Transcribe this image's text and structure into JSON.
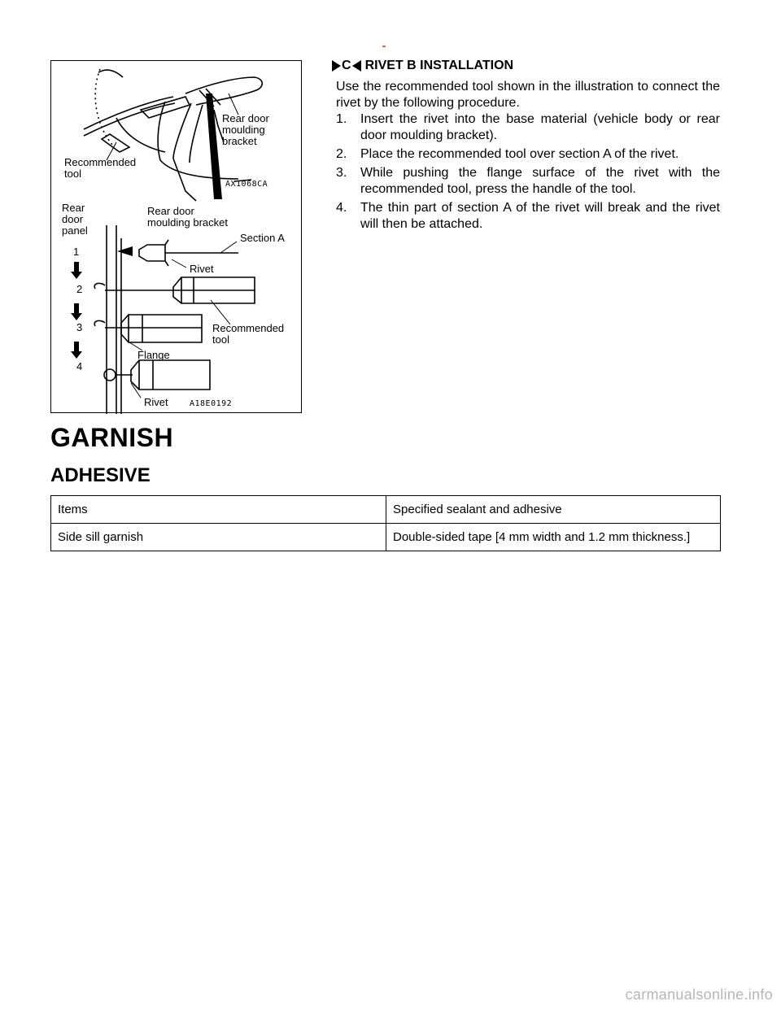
{
  "figure": {
    "top_labels": {
      "rear_door_moulding_bracket": "Rear door\nmoulding\nbracket",
      "recommended_tool": "Recommended\ntool",
      "code": "AX1068CA"
    },
    "bottom_labels": {
      "rear_door_panel": "Rear\ndoor\npanel",
      "rear_door_moulding_bracket": "Rear door\nmoulding bracket",
      "section_a": "Section A",
      "rivet_top": "Rivet",
      "recommended_tool": "Recommended\ntool",
      "flange": "Flange",
      "rivet_bottom": "Rivet",
      "code": "A18E0192"
    },
    "step_numbers": [
      "1",
      "2",
      "3",
      "4"
    ]
  },
  "section": {
    "marker": "C",
    "title": "RIVET  B  INSTALLATION",
    "intro": "Use the recommended tool shown in the illustration to connect the  rivet  by  the  following  procedure.",
    "steps": [
      {
        "num": "1.",
        "text": "Insert  the  rivet  into  the  base  material  (vehicle  body  or rear  door  moulding  bracket)."
      },
      {
        "num": "2.",
        "text": "Place the recommended tool over section A of the rivet."
      },
      {
        "num": "3.",
        "text": "While  pushing  the  flange  surface  of  the  rivet  with  the recommended  tool,  press  the  handle  of  the  tool."
      },
      {
        "num": "4.",
        "text": "The  thin  part  of  section  A  of  the  rivet  will  break  and  the rivet  will  then  be  attached."
      }
    ]
  },
  "garnish": {
    "heading": "GARNISH",
    "subheading": "ADHESIVE",
    "table": {
      "headers": [
        "Items",
        "Specified sealant and  adhesive"
      ],
      "rows": [
        [
          "Side sill garnish",
          "Double-sided tape [4 mm width and 1.2 mm thickness.]"
        ]
      ]
    }
  },
  "watermark": "carmanualsonline.info",
  "colors": {
    "accent_mark": "#e8644a",
    "watermark": "#b7b7b7"
  }
}
